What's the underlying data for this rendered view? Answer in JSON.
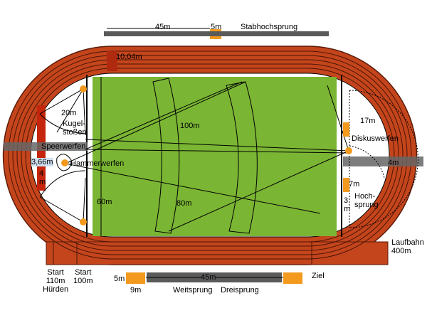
{
  "colors": {
    "track": "#c4451c",
    "field": "#7ab534",
    "grey": "#5a5a5a",
    "orange": "#f39a1e"
  },
  "labels": {
    "pole_vault_runway": "45m",
    "pole_vault_pit": "5m",
    "pole_vault": "Stabhochsprung",
    "track_width": "10,04m",
    "shot_radius": "20m",
    "shot_put": "Kugel-\nstoßen",
    "javelin": "Speerwerfen",
    "hammer": "Hammerwerfen",
    "water_jump": "3,66m",
    "water_width": "4\nm",
    "field_width": "60m",
    "long_throw": "100m",
    "short_throw": "80m",
    "discus_radius": "17m",
    "discus": "Diskuswerfen",
    "lane_4m": "4m",
    "high_jump_depth": "7m",
    "high_jump_width": "3\nm",
    "high_jump": "Hoch-\nsprung",
    "track": "Laufbahn\n400m",
    "start_hurdles": "Start\n110m\nHürden",
    "start_100": "Start\n100m",
    "finish": "Ziel",
    "jump_pit_width": "5m",
    "jump_runway": "45m",
    "jump_pit_len": "9m",
    "long_jump": "Weitsprung",
    "triple_jump": "Dreisprung"
  }
}
